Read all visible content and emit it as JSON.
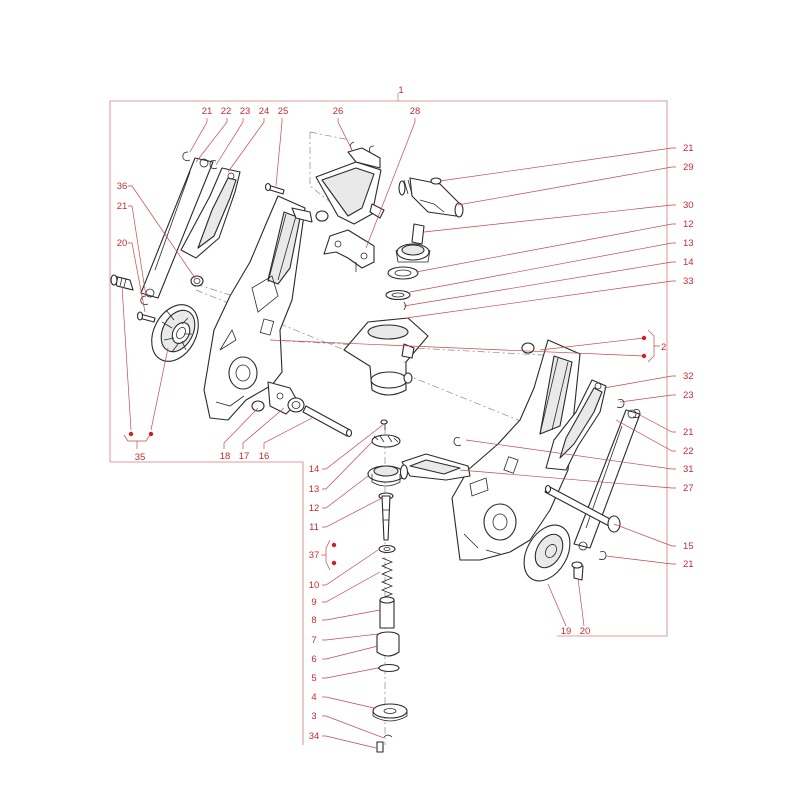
{
  "callouts": {
    "c1": "1",
    "c2": "2",
    "c3": "3",
    "c4": "4",
    "c5": "5",
    "c6": "6",
    "c7": "7",
    "c8": "8",
    "c9": "9",
    "c10": "10",
    "c11": "11",
    "c12": "12",
    "c13": "13",
    "c14": "14",
    "c15": "15",
    "c16": "16",
    "c17": "17",
    "c18": "18",
    "c19": "19",
    "c20": "20",
    "c21": "21",
    "c22": "22",
    "c23": "23",
    "c24": "24",
    "c25": "25",
    "c26": "26",
    "c27": "27",
    "c28": "28",
    "c29": "29",
    "c30": "30",
    "c31": "31",
    "c32": "32",
    "c33": "33",
    "c34": "34",
    "c35": "35",
    "c36": "36",
    "c37": "37"
  },
  "colors": {
    "callout_text": "#c62c2e",
    "leader_line": "#c9484a",
    "frame_line": "#d57c7e",
    "part_outline": "#2a2a2a",
    "marker_dot": "#d01f22"
  }
}
